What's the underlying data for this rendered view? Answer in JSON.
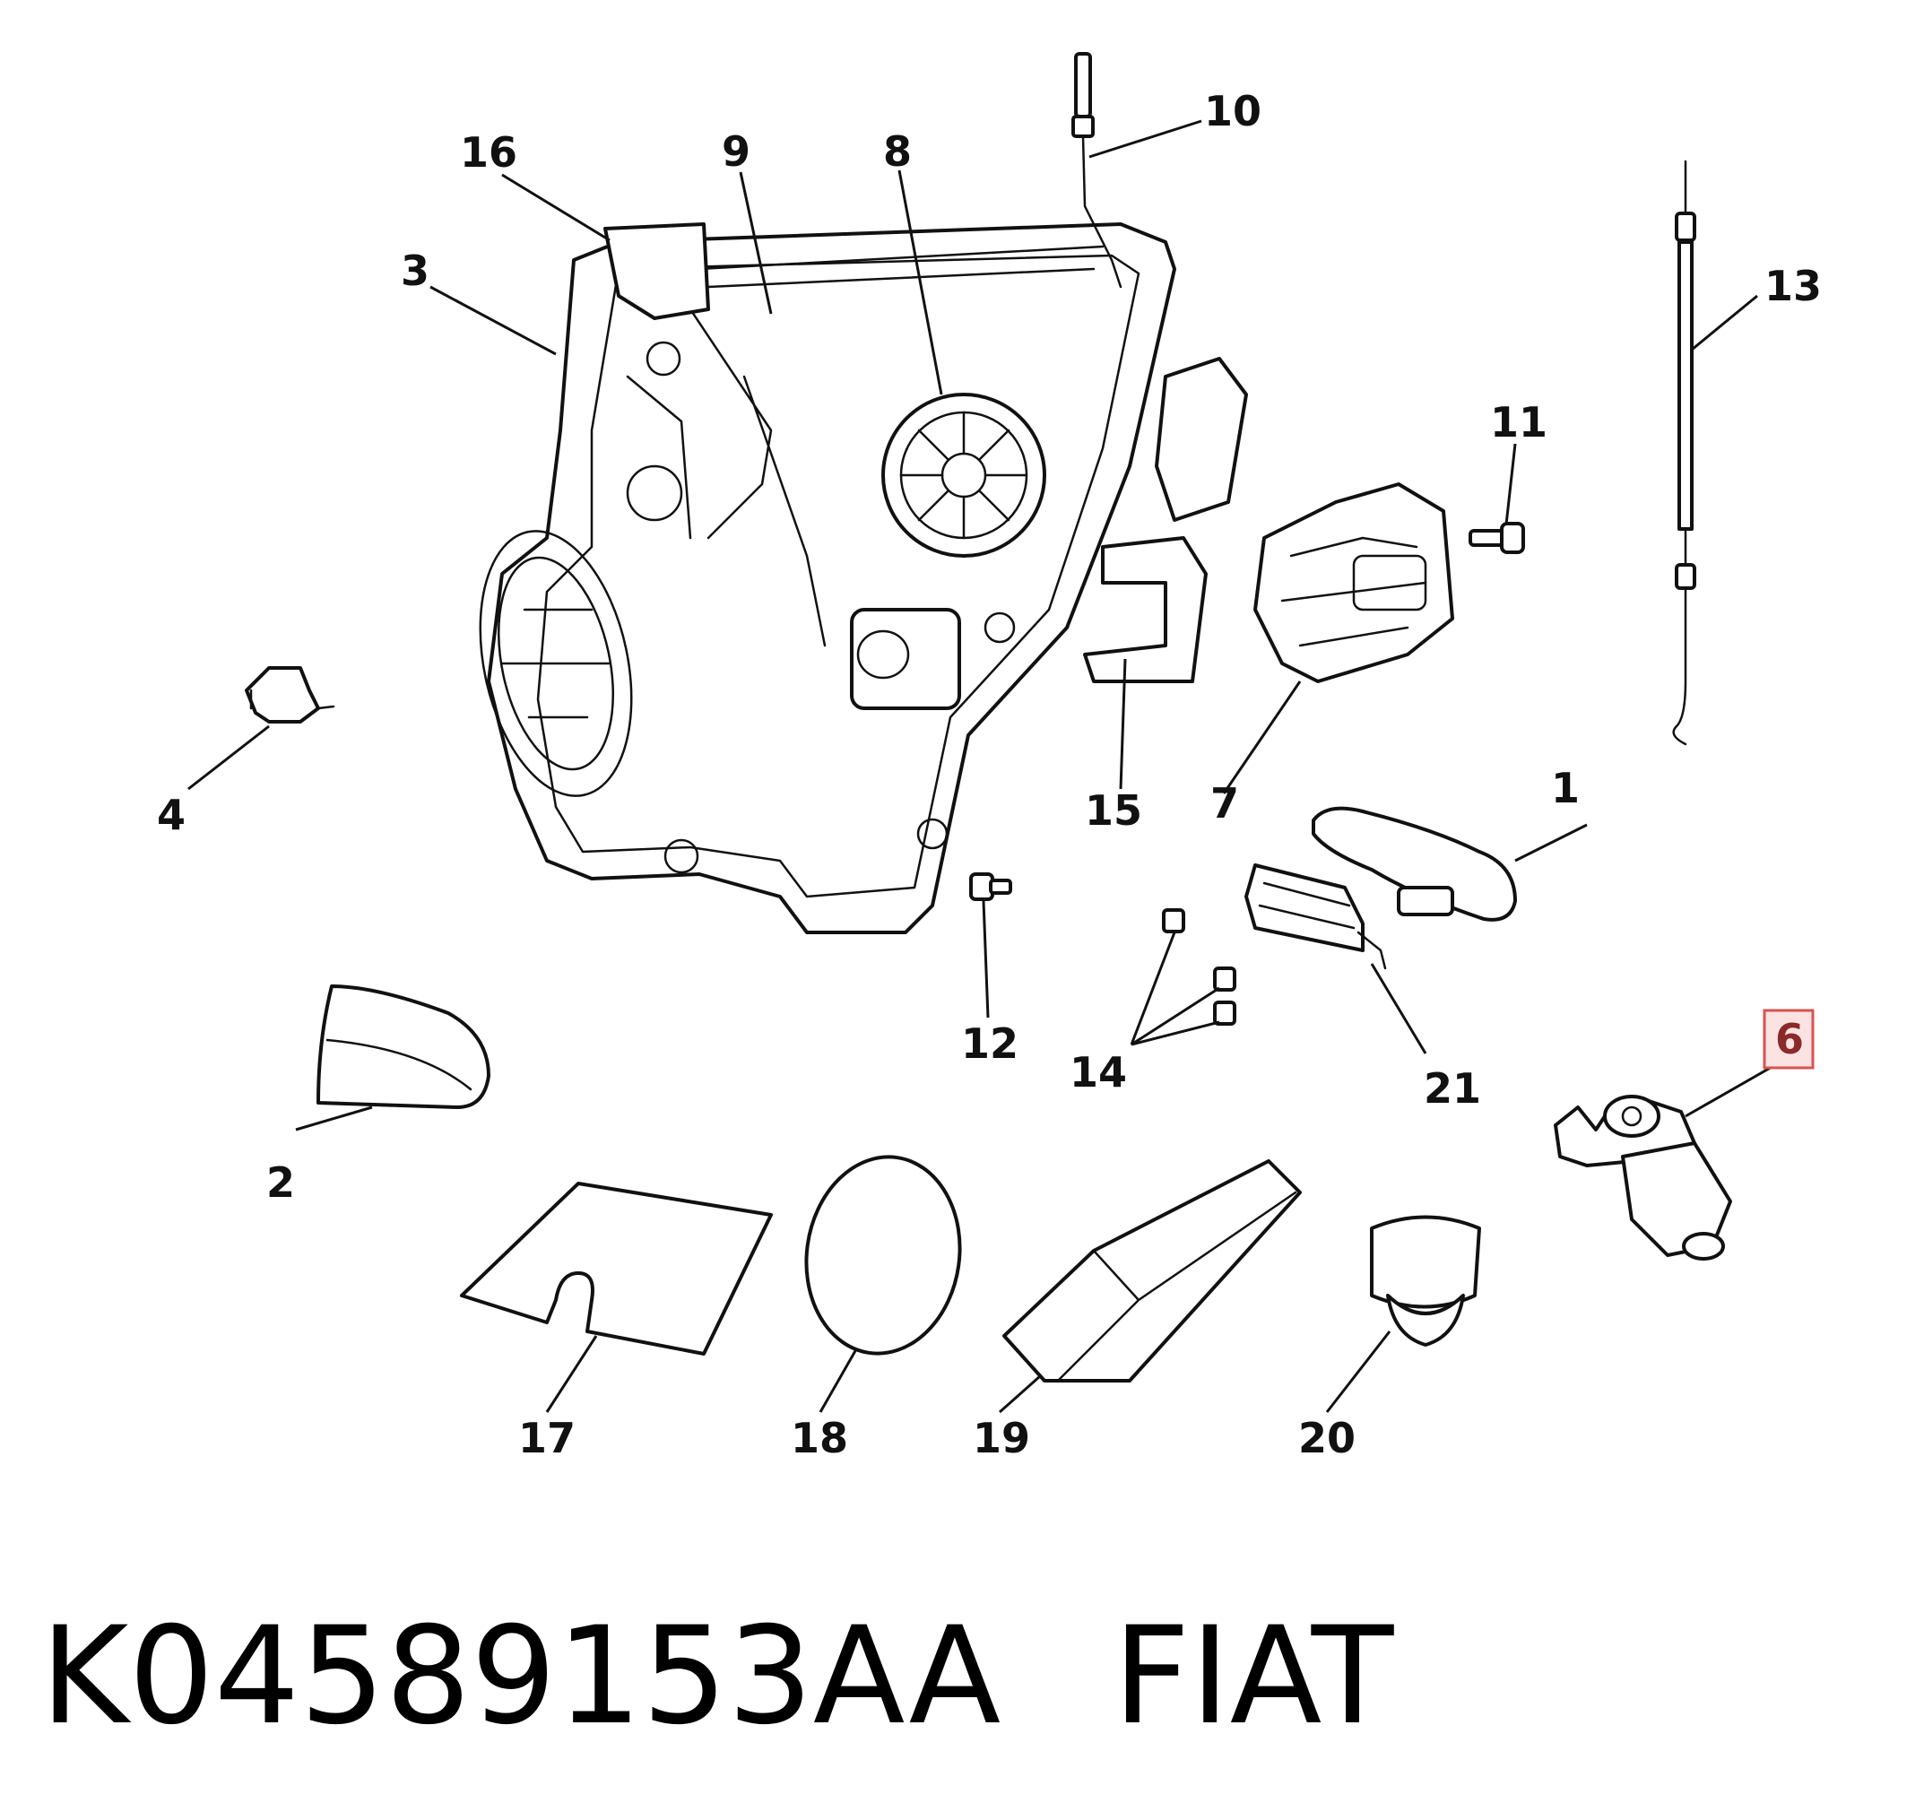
{
  "diagram": {
    "callouts": [
      "1",
      "2",
      "3",
      "4",
      "6",
      "7",
      "8",
      "9",
      "10",
      "11",
      "12",
      "13",
      "14",
      "15",
      "16",
      "17",
      "18",
      "19",
      "20",
      "21"
    ],
    "highlighted_callout": "6",
    "highlight_color": "#d9534f"
  },
  "footer": {
    "part_number": "K04589153AA",
    "brand": "FIAT"
  }
}
